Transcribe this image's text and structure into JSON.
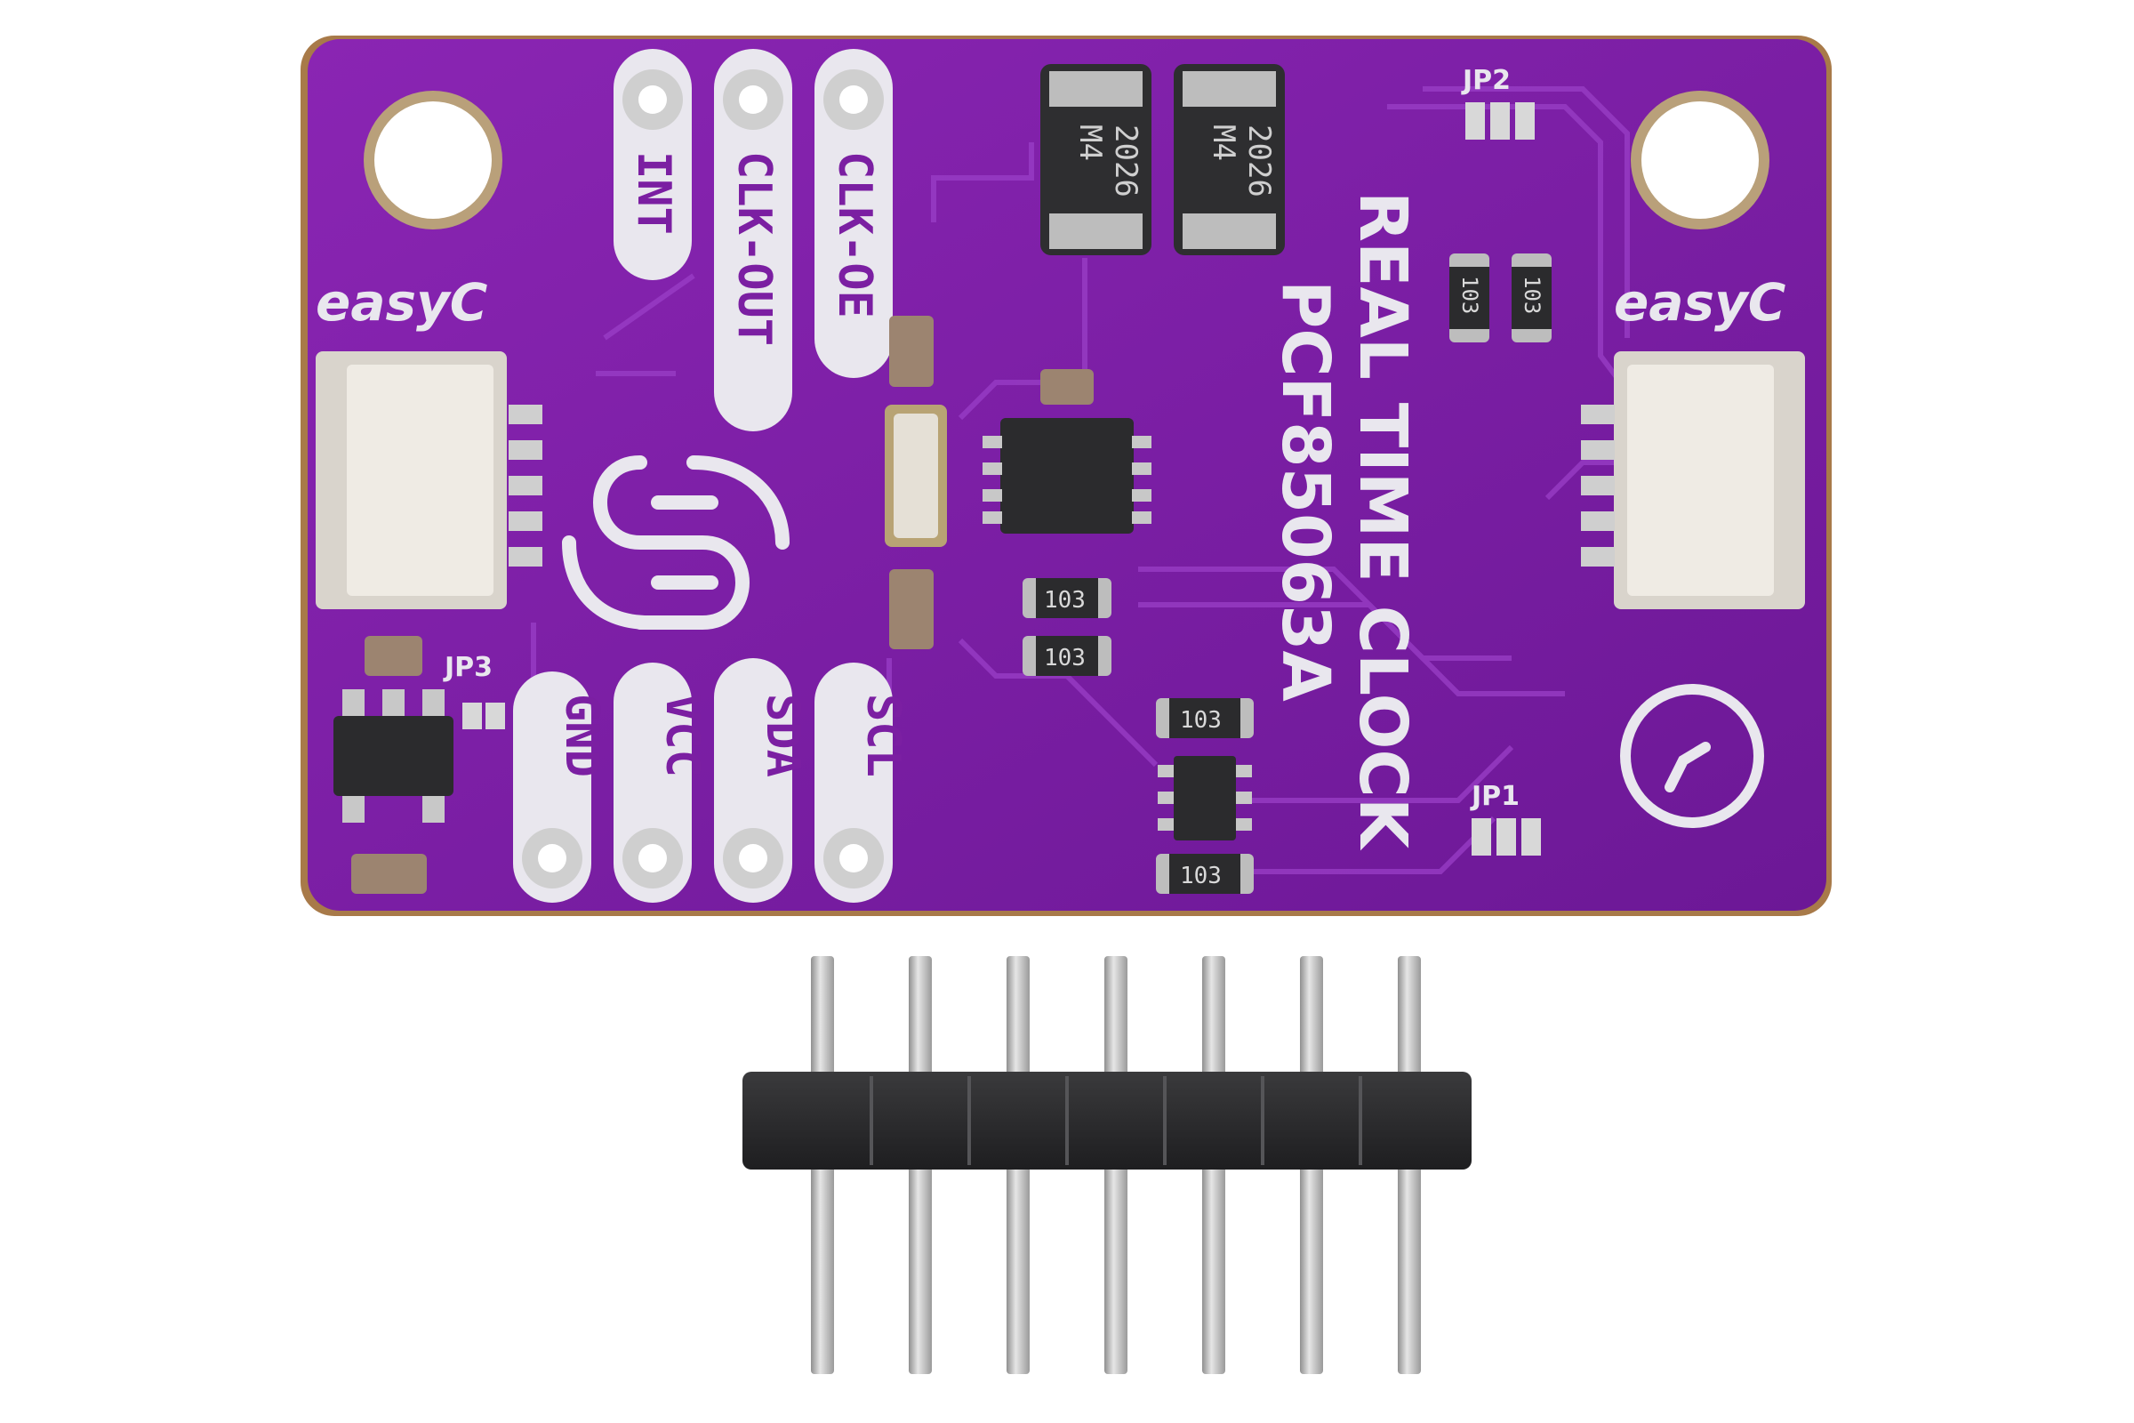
{
  "board": {
    "title_line1": "REAL TIME CLOCK",
    "title_line2": "PCF85063A",
    "connector_left_label": "easyC",
    "connector_right_label": "easyC",
    "top_pins": [
      "INT",
      "CLK-OUT",
      "CLK-OE"
    ],
    "bottom_pins": [
      "GND",
      "VCC",
      "SDA",
      "SCL"
    ],
    "jumpers": {
      "jp1": "JP1",
      "jp2": "JP2",
      "jp3": "JP3"
    },
    "diode_marking_1": "M4",
    "diode_marking_2": "2026",
    "resistor_marking": "103"
  },
  "header": {
    "pin_count": 7
  },
  "colors": {
    "pcb": "#7b1fa2",
    "silkscreen": "#e9e7ee",
    "background": "#ffffff",
    "header_plastic": "#2b2b2d",
    "pins": "#c9c9c9"
  }
}
